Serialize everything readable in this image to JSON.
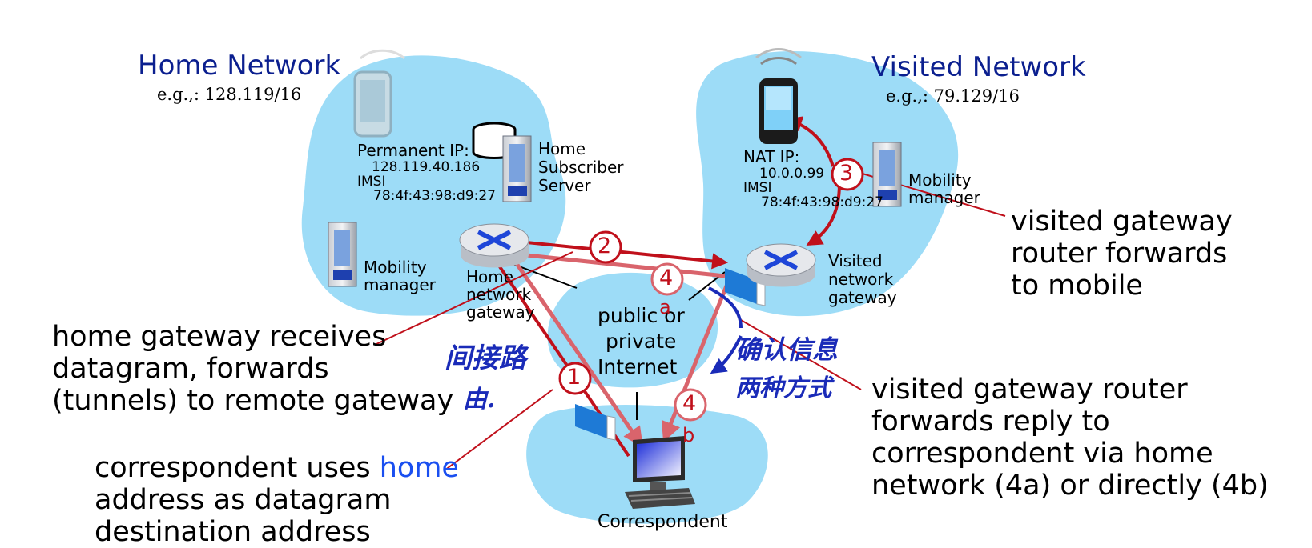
{
  "home_network": {
    "title": "Home Network",
    "subnet": "e.g.,: 128.119/16",
    "permanent_ip_label": "Permanent IP:",
    "permanent_ip": "128.119.40.186",
    "imsi_label": "IMSI",
    "imsi": "78:4f:43:98:d9:27",
    "hss_label": [
      "Home",
      "Subscriber",
      "Server"
    ],
    "mobility_manager_label": [
      "Mobility",
      "manager"
    ],
    "gateway_label": [
      "Home",
      "network",
      "gateway"
    ]
  },
  "visited_network": {
    "title": "Visited Network",
    "subnet": "e.g.,: 79.129/16",
    "nat_ip_label": "NAT IP:",
    "nat_ip": "10.0.0.99",
    "imsi_label": "IMSI",
    "imsi": "78:4f:43:98:d9:27",
    "mobility_manager_label": [
      "Mobility",
      "manager"
    ],
    "gateway_label": [
      "Visited",
      "network",
      "gateway"
    ]
  },
  "internet_label": [
    "public or",
    "private",
    "Internet"
  ],
  "correspondent_label": "Correspondent",
  "step_markers": {
    "s1": "1",
    "s2": "2",
    "s3": "3",
    "s4a": "4",
    "s4b": "4",
    "sub_a": "a",
    "sub_b": "b"
  },
  "callouts": {
    "home_gateway": [
      "home gateway receives",
      "datagram, forwards",
      "(tunnels)  to remote gateway"
    ],
    "visited_gateway": [
      "visited gateway",
      "router forwards",
      "to mobile"
    ],
    "reply": [
      "visited gateway router",
      "forwards reply to",
      "correspondent via home",
      "network (4a) or directly (4b)"
    ],
    "correspondent_pre": "correspondent uses ",
    "correspondent_highlight": "home",
    "correspondent_rest": [
      "address as datagram",
      "destination address"
    ]
  },
  "handwriting": {
    "left": [
      "间接路",
      "由."
    ],
    "right": [
      "确认信息",
      "两种方式"
    ]
  },
  "colors": {
    "cloud": "#9ddcf7",
    "arrow": "#c0101b",
    "arrow_light": "#d9646c",
    "title": "#0b1f8f",
    "highlight": "#1a4ff0",
    "handwriting": "#1a2bb8"
  }
}
